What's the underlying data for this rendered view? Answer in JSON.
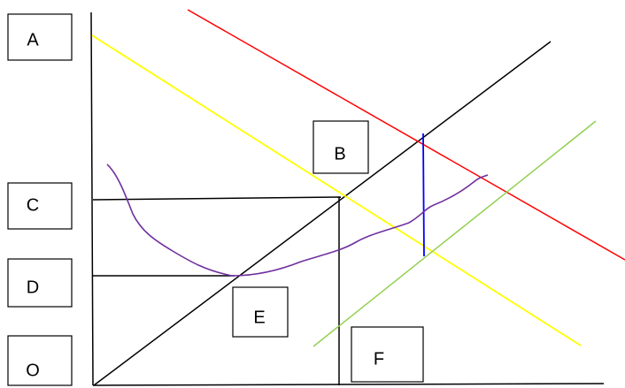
{
  "labels": {
    "A": "A",
    "B": "B",
    "C": "C",
    "D": "D",
    "E": "E",
    "F": "F",
    "O": "O"
  },
  "colors": {
    "axes": "#000000",
    "guide_lines": "#000000",
    "diagonal_line": "#000000",
    "red_line": "#ff0000",
    "yellow_line": "#ffff00",
    "green_line": "#92d050",
    "blue_line": "#0000ff",
    "purple_curve": "#7030a0"
  }
}
